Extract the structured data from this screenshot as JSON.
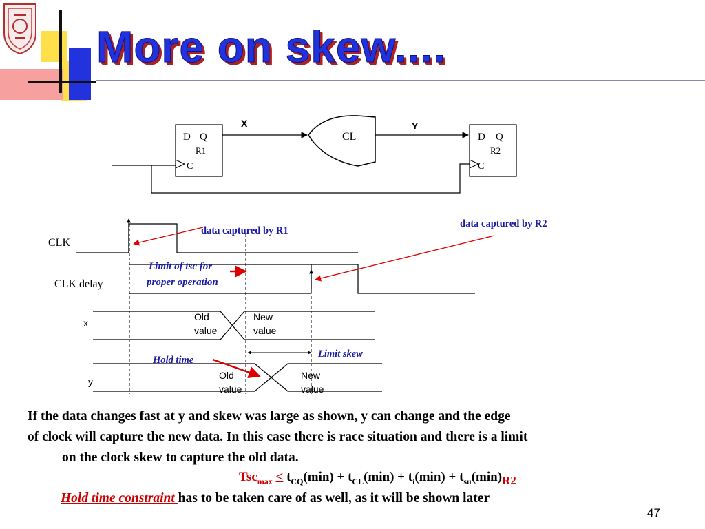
{
  "slide": {
    "title": "More on skew....",
    "page_number": "47"
  },
  "circuit": {
    "reg1": {
      "d": "D",
      "q": "Q",
      "name": "R1",
      "c": "C"
    },
    "reg2": {
      "d": "D",
      "q": "Q",
      "name": "R2",
      "c": "C"
    },
    "comb_label": "CL",
    "wire_x_label": "X",
    "wire_y_label": "Y"
  },
  "timing": {
    "clk_label": "CLK",
    "clk_delay_label": "CLK delay",
    "x_label": "x",
    "y_label": "y",
    "annotations": {
      "captured_r1": "data captured by R1",
      "captured_r2": "data captured by R2",
      "limit_tsc_line1": "Limit of tsc for",
      "limit_tsc_line2": "proper operation",
      "hold_time": "Hold time",
      "limit_skew": "Limit skew"
    },
    "x_old_line1": "Old",
    "x_old_line2": "value",
    "x_new_line1": "New",
    "x_new_line2": "value",
    "y_old_line1": "Old",
    "y_old_line2": "value",
    "y_new_line1": "New",
    "y_new_line2": "value"
  },
  "body": {
    "para_line1": "If the data changes fast at y and skew was large as shown, y can change and the edge",
    "para_line2": "of clock will capture the new data. In this case there is race situation and there is a limit",
    "para_line3": "on the clock skew to capture the old data.",
    "formula": {
      "lhs": "Tsc",
      "lhs_sub": "max",
      "relation": "<",
      "t1": "t",
      "t1_sub": "CQ",
      "t1_arg": "(min) + ",
      "t2": "t",
      "t2_sub": "CL",
      "t2_arg": "(min) + ",
      "t3": "t",
      "t3_sub": "i",
      "t3_arg": "(min) + ",
      "t4": "t",
      "t4_sub": "su",
      "t4_arg": "(min)",
      "tail_sub": "R2"
    },
    "hold_constraint": "Hold time constraint ",
    "hold_rest": "has to be taken care of as well, as it will be shown later"
  },
  "colors": {
    "title_fill": "#2233dd",
    "title_shadow": "#aa2222",
    "annotation_blue": "#1a1aa8",
    "arrow_red": "#dd0000",
    "deco_yellow": "#ffe04a",
    "deco_blue": "#2233dd",
    "deco_pink": "#f7a0a0",
    "deco_red": "#cc2222"
  }
}
